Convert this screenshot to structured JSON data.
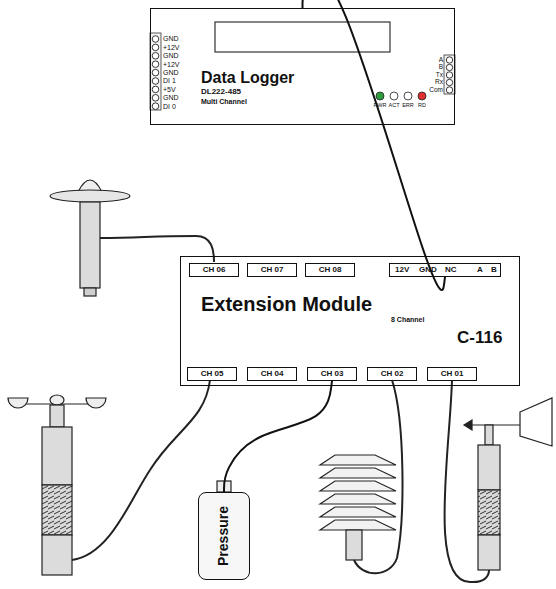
{
  "diagram": {
    "nodes": [
      {
        "text": [
          "Data Logger",
          "DL222-485",
          "Multi Channel"
        ]
      },
      {
        "text": [
          "Extension Module",
          "8 Channel",
          "C-116"
        ]
      },
      {
        "text": [
          "CH 06"
        ],
        "in": 1
      },
      {
        "text": [
          "CH 07"
        ],
        "in": 1
      },
      {
        "text": [
          "CH 08"
        ],
        "in": 1
      },
      {
        "text": [
          "12V",
          "GND",
          "NC",
          "A",
          "B"
        ],
        "in": 1
      },
      {
        "text": [
          "CH 05"
        ],
        "in": 1
      },
      {
        "text": [
          "CH 04"
        ],
        "in": 1
      },
      {
        "text": [
          "CH 03"
        ],
        "in": 1
      },
      {
        "text": [
          "CH 02"
        ],
        "in": 1
      },
      {
        "text": [
          "CH 01"
        ],
        "in": 1
      },
      {
        "text": [
          "Pressure"
        ]
      }
    ],
    "edges": [
      {
        "from": 0,
        "to": 5,
        "arrow": "none"
      },
      {
        "from": 11,
        "to": 8,
        "arrow": "none"
      }
    ],
    "labels": [
      "GND",
      "+12V",
      "GND",
      "+12V",
      "GND",
      "DI 1",
      "+5V",
      "GND",
      "DI 0",
      "PWR",
      "ACT",
      "ERR",
      "RD",
      "A",
      "B",
      "Tx",
      "Rx",
      "Com"
    ]
  }
}
